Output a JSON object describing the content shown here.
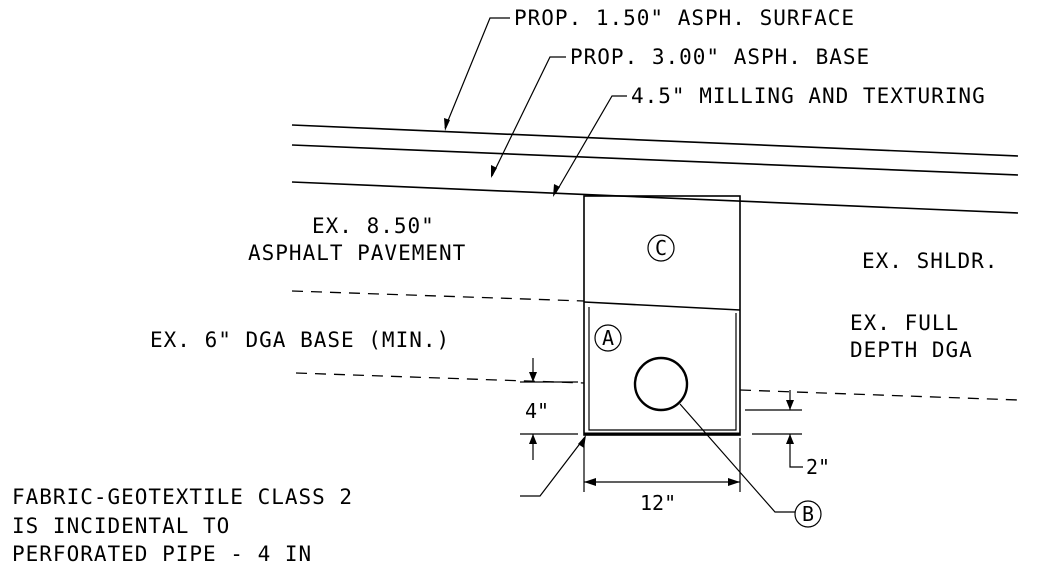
{
  "callouts": {
    "surface": "PROP. 1.50\" ASPH. SURFACE",
    "base": "PROP. 3.00\" ASPH. BASE",
    "milling": "4.5\" MILLING AND TEXTURING"
  },
  "regions": {
    "ex_pavement_line1": "EX. 8.50\"",
    "ex_pavement_line2": "ASPHALT PAVEMENT",
    "ex_shoulder": "EX. SHLDR.",
    "ex_dga_base": "EX. 6\" DGA BASE (MIN.)",
    "ex_full_depth_line1": "EX. FULL",
    "ex_full_depth_line2": "DEPTH DGA"
  },
  "markers": {
    "a": "A",
    "b": "B",
    "c": "C"
  },
  "dimensions": {
    "depth_left": "4\"",
    "depth_right": "2\"",
    "width": "12\""
  },
  "notes": {
    "line1": "FABRIC-GEOTEXTILE CLASS 2",
    "line2": "IS INCIDENTAL TO",
    "line3": "PERFORATED PIPE - 4 IN"
  }
}
